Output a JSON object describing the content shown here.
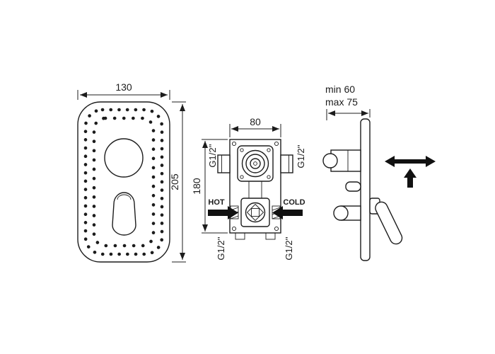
{
  "diagram": {
    "front_view": {
      "width": "130",
      "height": "205"
    },
    "body_view": {
      "width": "80",
      "height": "180",
      "thread_top_left": "G1/2''",
      "thread_top_right": "G1/2''",
      "thread_bottom_left": "G1/2''",
      "thread_bottom_right": "G1/2''",
      "hot": "HOT",
      "cold": "COLD"
    },
    "side_view": {
      "depth_min": "min 60",
      "depth_max": "max 75"
    }
  },
  "colors": {
    "line": "#1c1c1c",
    "background": "#ffffff",
    "arrow_fill": "#111111"
  }
}
